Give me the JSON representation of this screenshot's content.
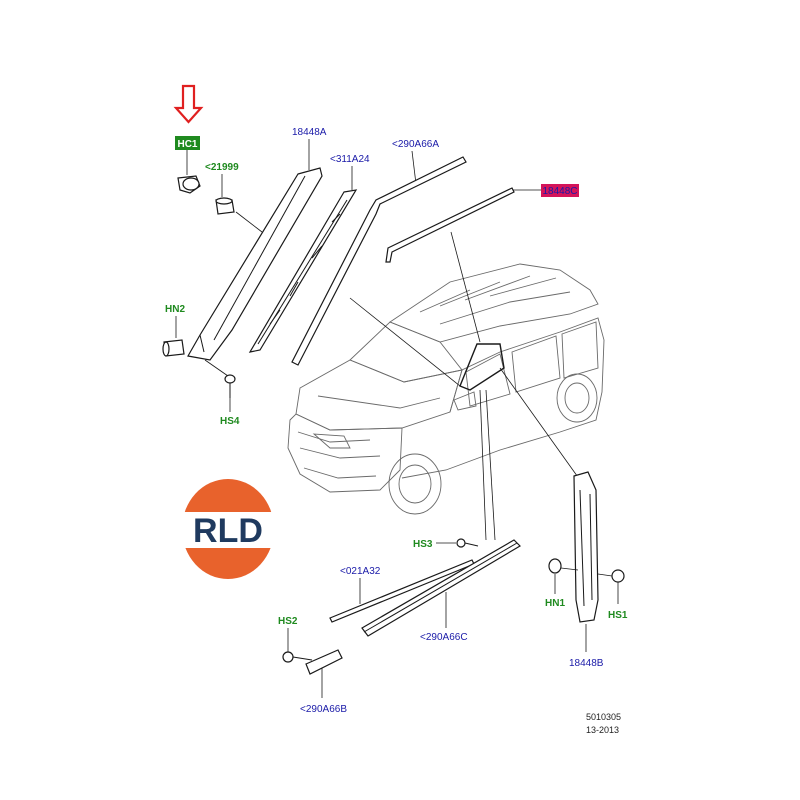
{
  "labels": {
    "hc1": "HC1",
    "p21999": "<21999",
    "p18448a": "18448A",
    "p311a24": "<311A24",
    "p290a66a": "<290A66A",
    "p18448c": "18448C",
    "hn2": "HN2",
    "hs4": "HS4",
    "hs3": "HS3",
    "p021a32": "<021A32",
    "p290a66c": "<290A66C",
    "hs2": "HS2",
    "p290a66b": "<290A66B",
    "hn1": "HN1",
    "hs1": "HS1",
    "p18448b": "18448B",
    "drawing_number": "5010305",
    "drawing_date": "13-2013"
  },
  "logo": {
    "text": "RLD"
  },
  "colors": {
    "arrow_red": "#e02020",
    "highlight_green": "#1f8a1f",
    "highlight_magenta": "#d4145a",
    "label_blue": "#1a1aa8",
    "logo_orange": "#e8622c",
    "logo_navy": "#1f3a5f"
  }
}
